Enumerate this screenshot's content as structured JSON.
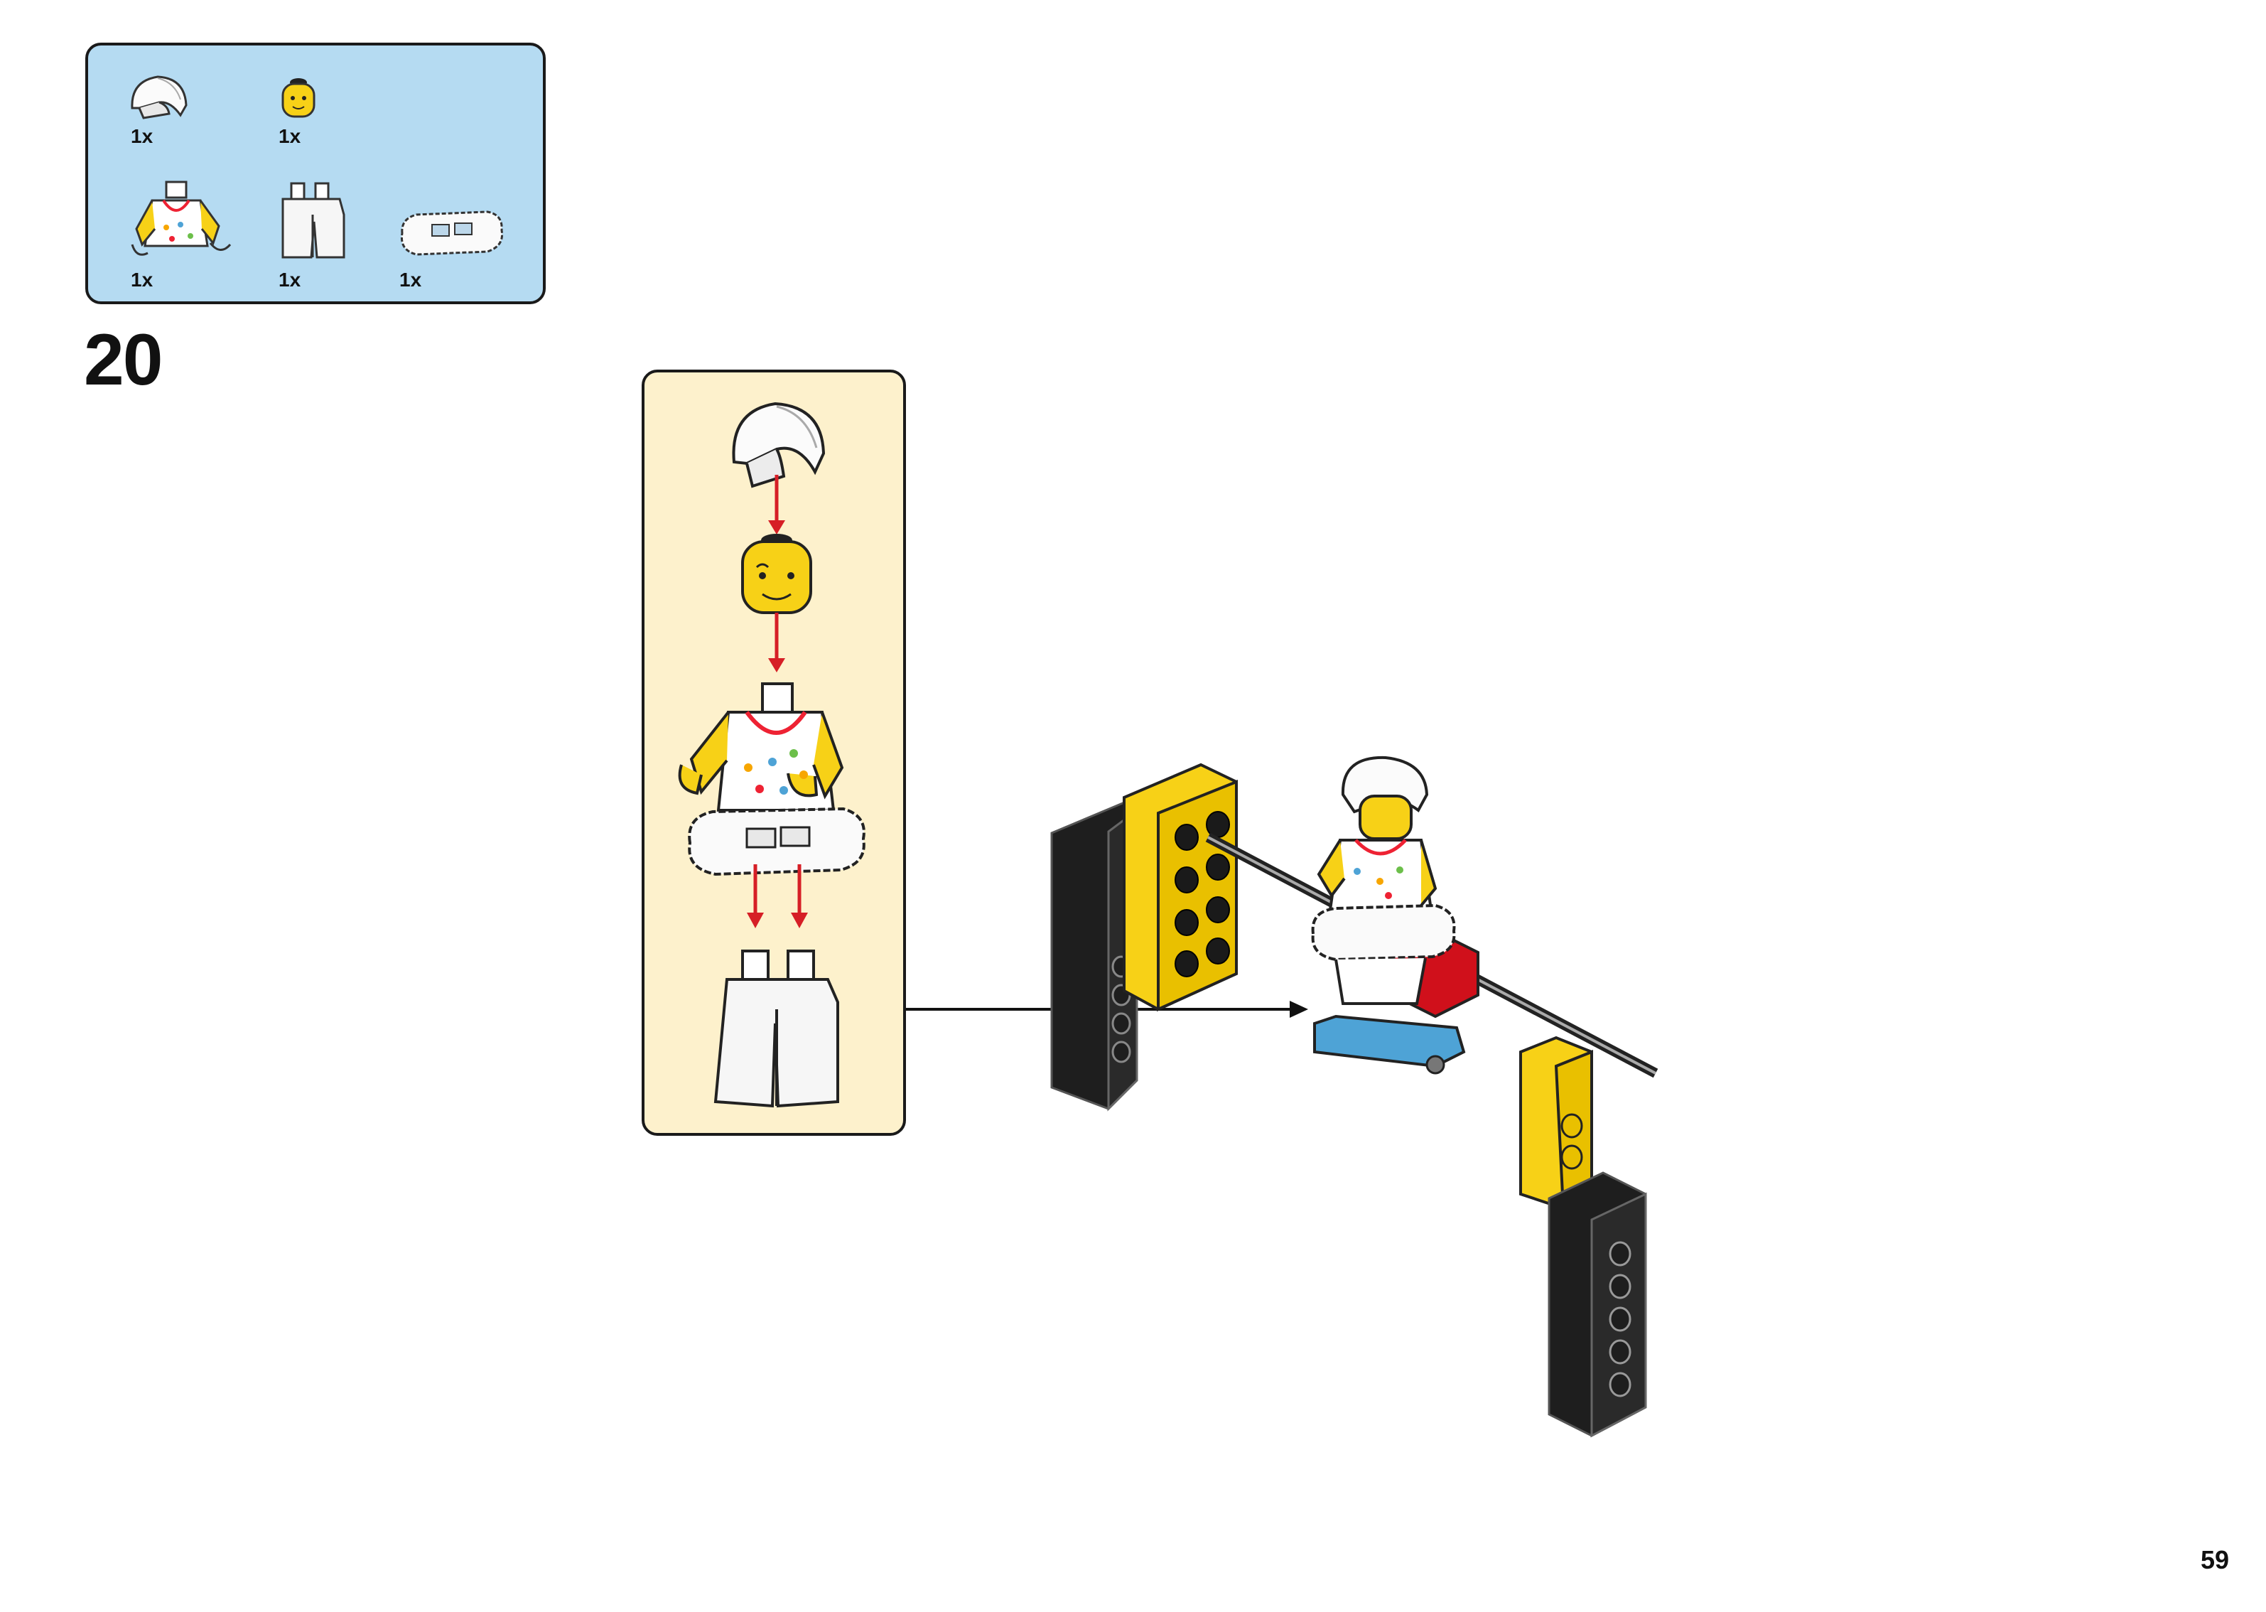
{
  "parts_list": {
    "items": [
      {
        "name": "white-helmet",
        "quantity": "1x"
      },
      {
        "name": "yellow-minifig-head",
        "quantity": "1x"
      },
      {
        "name": "star-tank-top-torso",
        "quantity": "1x"
      },
      {
        "name": "white-legs",
        "quantity": "1x"
      },
      {
        "name": "white-tutu-skirt",
        "quantity": "1x"
      }
    ]
  },
  "step": {
    "number": "20"
  },
  "page": {
    "number": "59"
  },
  "colors": {
    "parts_panel_bg": "#b5dbf2",
    "callout_bg": "#fdf1cc",
    "brick_yellow": "#f7d117",
    "brick_black": "#1e1e1e",
    "brick_red": "#d0101b",
    "plate_blue": "#4ea3d6",
    "arrow_red": "#d61f26"
  }
}
